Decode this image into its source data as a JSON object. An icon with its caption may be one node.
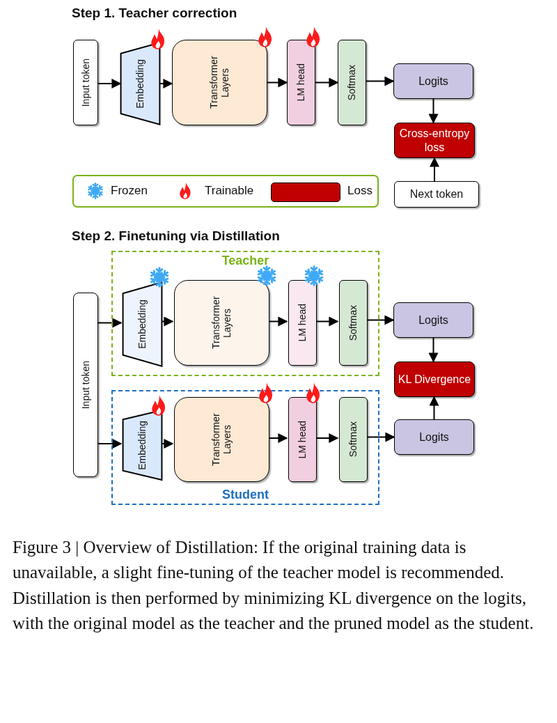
{
  "diagram": {
    "caption": "Figure 3 | Overview of Distillation: If the original training data is unavailable, a slight fine-tuning of the teacher model is recommended. Distillation is then performed by minimizing KL divergence on the logits, with the original model as the teacher and the pruned model as the student.",
    "nodes": [
      {
        "text": [
          "Input token"
        ]
      },
      {
        "text": [
          "Embedding"
        ]
      },
      {
        "text": [
          "Transformer Layers"
        ]
      },
      {
        "text": [
          "LM head"
        ]
      },
      {
        "text": [
          "Softmax"
        ]
      },
      {
        "text": [
          "Logits"
        ]
      },
      {
        "text": [
          "Cross-entropy loss"
        ]
      },
      {
        "text": [
          "Next token"
        ]
      },
      {
        "text": [
          "Input token"
        ]
      },
      {
        "text": [
          "Teacher"
        ]
      },
      {
        "text": [
          "Embedding"
        ],
        "in": 9
      },
      {
        "text": [
          "Transformer Layers"
        ],
        "in": 9
      },
      {
        "text": [
          "LM head"
        ],
        "in": 9
      },
      {
        "text": [
          "Softmax"
        ],
        "in": 9
      },
      {
        "text": [
          "Student"
        ]
      },
      {
        "text": [
          "Embedding"
        ],
        "in": 14
      },
      {
        "text": [
          "Transformer Layers"
        ],
        "in": 14
      },
      {
        "text": [
          "LM head"
        ],
        "in": 14
      },
      {
        "text": [
          "Softmax"
        ],
        "in": 14
      },
      {
        "text": [
          "Logits"
        ]
      },
      {
        "text": [
          "KL Divergence"
        ]
      },
      {
        "text": [
          "Logits"
        ]
      }
    ],
    "edges": [
      {
        "from": 0,
        "to": 1,
        "arrow": "to"
      },
      {
        "from": 1,
        "to": 2,
        "arrow": "to"
      },
      {
        "from": 2,
        "to": 3,
        "arrow": "to"
      },
      {
        "from": 3,
        "to": 4,
        "arrow": "to"
      },
      {
        "from": 4,
        "to": 5,
        "arrow": "to"
      },
      {
        "from": 5,
        "to": 6,
        "arrow": "to"
      },
      {
        "from": 7,
        "to": 6,
        "arrow": "to"
      },
      {
        "from": 8,
        "to": 10,
        "arrow": "to"
      },
      {
        "from": 10,
        "to": 11,
        "arrow": "to"
      },
      {
        "from": 11,
        "to": 12,
        "arrow": "to"
      },
      {
        "from": 12,
        "to": 13,
        "arrow": "to"
      },
      {
        "from": 13,
        "to": 19,
        "arrow": "to"
      },
      {
        "from": 19,
        "to": 20,
        "arrow": "to"
      },
      {
        "from": 8,
        "to": 15,
        "arrow": "to"
      },
      {
        "from": 15,
        "to": 16,
        "arrow": "to"
      },
      {
        "from": 16,
        "to": 17,
        "arrow": "to"
      },
      {
        "from": 17,
        "to": 18,
        "arrow": "to"
      },
      {
        "from": 18,
        "to": 21,
        "arrow": "to"
      },
      {
        "from": 21,
        "to": 20,
        "arrow": "to"
      }
    ],
    "labels": [
      "Step 1. Teacher correction",
      "Step 2. Finetuning via Distillation"
    ],
    "legend": [
      {
        "text": "Frozen"
      },
      {
        "text": "Trainable"
      },
      {
        "text": "Loss",
        "color": "#c00000"
      }
    ]
  }
}
